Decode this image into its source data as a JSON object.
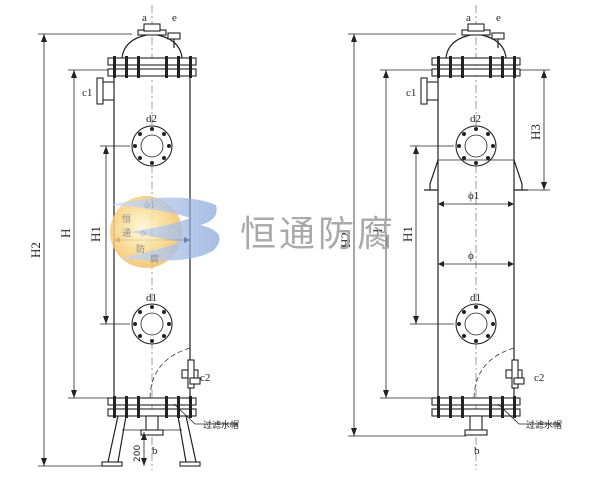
{
  "left_unit": {
    "top_labels": {
      "a": "a",
      "e": "e"
    },
    "nozzle_labels": {
      "c1": "c1",
      "d2": "d2",
      "d1": "d1",
      "c2": "c2",
      "b": "b"
    },
    "dim_labels": {
      "H2": "H2",
      "H": "H",
      "H1": "H1",
      "phi": "ϕ",
      "phi1": "ϕ1",
      "leg_height": "200"
    },
    "filter_cap_label": "过滤水帽"
  },
  "right_unit": {
    "top_labels": {
      "a": "a",
      "e": "e"
    },
    "nozzle_labels": {
      "c1": "c1",
      "d2": "d2",
      "d1": "d1",
      "c2": "c2",
      "b": "b"
    },
    "dim_labels": {
      "H2": "H2",
      "H": "H",
      "H1": "H1",
      "H3": "H3",
      "phi": "ϕ",
      "phi1": "ϕ1"
    },
    "filter_cap_label": "过滤水帽"
  },
  "watermark": {
    "company": "恒通防腐",
    "badge_chars": [
      "恒",
      "通",
      "防",
      "腐"
    ],
    "colors": {
      "orb": "#f6c66a",
      "swoosh": "#9bb7e6"
    }
  }
}
